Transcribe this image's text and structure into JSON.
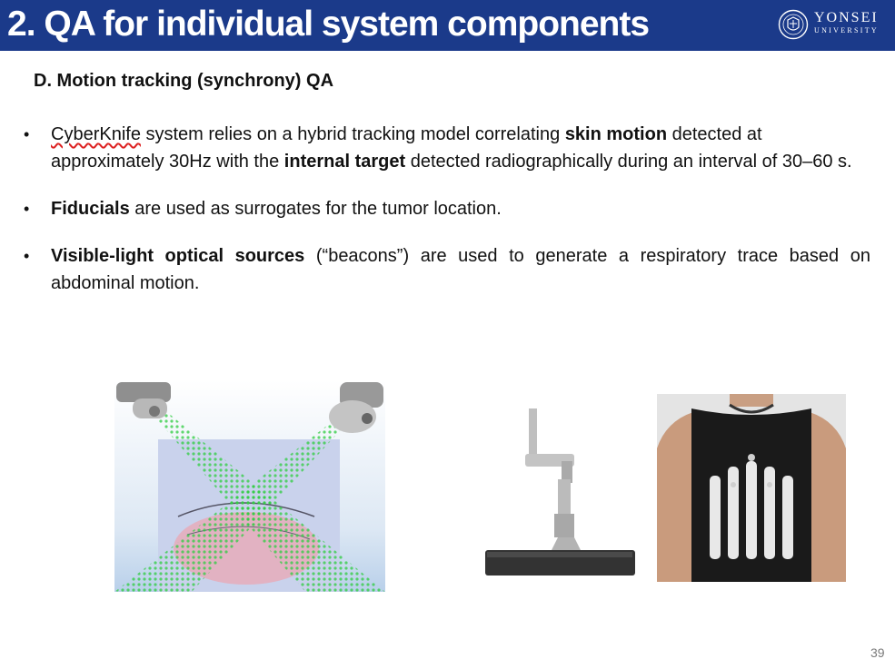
{
  "slide": {
    "title": "2. QA for individual system components",
    "logo": {
      "name": "YONSEI",
      "sub": "UNIVERSITY",
      "icon": "yonsei-seal-icon"
    },
    "subtitle": "D. Motion tracking (synchrony) QA",
    "bullets": [
      {
        "parts": [
          {
            "text": "CyberKnife",
            "style": "spellcheck"
          },
          {
            "text": " system relies on a hybrid tracking model correlating ",
            "style": "normal"
          },
          {
            "text": "skin motion",
            "style": "bold"
          },
          {
            "text": " detected at approximately 30Hz with the ",
            "style": "normal"
          },
          {
            "text": "internal target",
            "style": "bold"
          },
          {
            "text": " detected radiographically during an interval of 30–60 s.",
            "style": "normal"
          }
        ]
      },
      {
        "parts": [
          {
            "text": "Fiducials",
            "style": "bold"
          },
          {
            "text": " are used as surrogates for the tumor location.",
            "style": "normal"
          }
        ]
      },
      {
        "parts": [
          {
            "text": "Visible-light optical sources",
            "style": "bold"
          },
          {
            "text": " (“beacons”) are used to generate a respiratory trace based on abdominal motion.",
            "style": "normal"
          }
        ]
      }
    ],
    "page_number": "39"
  },
  "colors": {
    "header_bg": "#1b3a8a",
    "beam_green": "#2ecc40",
    "vest_black": "#1a1a1a"
  }
}
